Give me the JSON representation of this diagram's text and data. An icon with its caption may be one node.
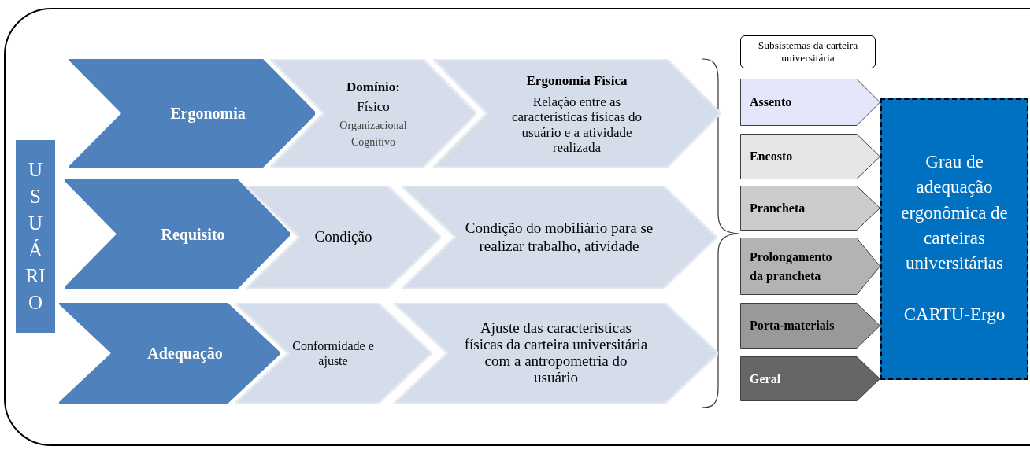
{
  "diagram": {
    "nodes": [
      {
        "text": [
          "USUÁRIO"
        ]
      },
      {
        "text": [
          "Ergonomia"
        ]
      },
      {
        "text": [
          "Domínio:",
          "Físico",
          "Organizacional",
          "Cognitivo"
        ]
      },
      {
        "text": [
          "Ergonomia Física",
          "Relação entre as características físicas do usuário e a atividade realizada"
        ]
      },
      {
        "text": [
          "Requisito"
        ]
      },
      {
        "text": [
          "Condição"
        ]
      },
      {
        "text": [
          "Condição do mobiliário para se realizar trabalho, atividade"
        ]
      },
      {
        "text": [
          "Adequação"
        ]
      },
      {
        "text": [
          "Conformidade e ajuste"
        ]
      },
      {
        "text": [
          "Ajuste das características físicas da carteira universitária com a antropometria do usuário"
        ]
      },
      {
        "text": [
          "Subsistemas da carteira universitária"
        ]
      },
      {
        "text": [
          "Assento"
        ]
      },
      {
        "text": [
          "Encosto"
        ]
      },
      {
        "text": [
          "Prancheta"
        ]
      },
      {
        "text": [
          "Prolongamento da prancheta"
        ]
      },
      {
        "text": [
          "Porta-materiais"
        ]
      },
      {
        "text": [
          "Geral"
        ]
      },
      {
        "text": [
          "Grau de adequação ergonômica de carteiras universitárias",
          "CARTU-Ergo"
        ]
      }
    ]
  }
}
